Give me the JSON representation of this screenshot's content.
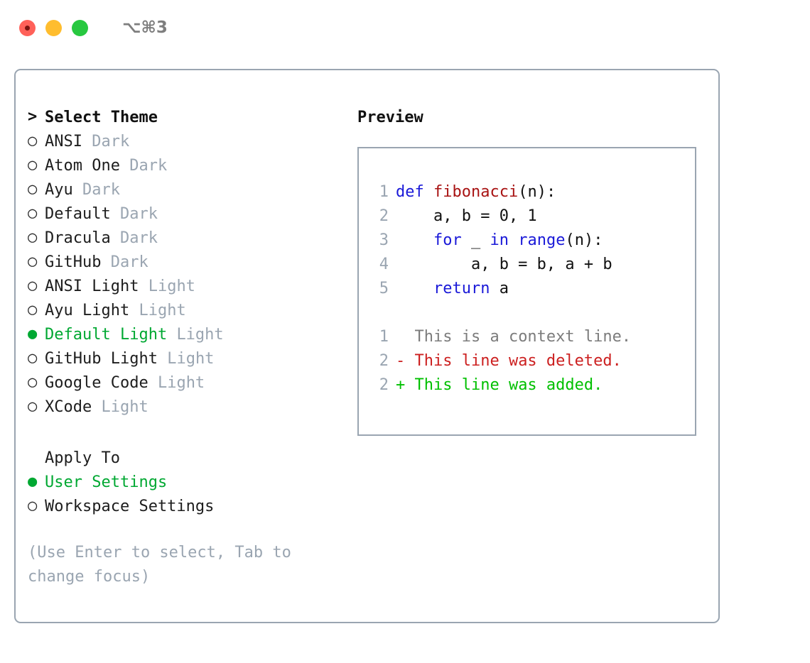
{
  "titlebar": {
    "shortcut": "⌥⌘3",
    "buttons": [
      {
        "name": "close",
        "color": "#ff6159"
      },
      {
        "name": "minimize",
        "color": "#ffbd2e"
      },
      {
        "name": "maximize",
        "color": "#28c840"
      }
    ]
  },
  "colors": {
    "selected_green": "#00a832",
    "added_green": "#00c000",
    "deleted_red": "#cc2020",
    "keyword_blue": "#1a19d8",
    "function_red": "#a81313",
    "muted_gray": "#9aa5b1",
    "border": "#9aa5b1"
  },
  "theme_list": {
    "header_prompt": ">",
    "header": "Select Theme",
    "bullet_off": "○",
    "bullet_on": "●",
    "items": [
      {
        "name": "ANSI",
        "category": "Dark",
        "selected": false
      },
      {
        "name": "Atom One",
        "category": "Dark",
        "selected": false
      },
      {
        "name": "Ayu",
        "category": "Dark",
        "selected": false
      },
      {
        "name": "Default",
        "category": "Dark",
        "selected": false
      },
      {
        "name": "Dracula",
        "category": "Dark",
        "selected": false
      },
      {
        "name": "GitHub",
        "category": "Dark",
        "selected": false
      },
      {
        "name": "ANSI Light",
        "category": "Light",
        "selected": false
      },
      {
        "name": "Ayu Light",
        "category": "Light",
        "selected": false
      },
      {
        "name": "Default Light",
        "category": "Light",
        "selected": true
      },
      {
        "name": "GitHub Light",
        "category": "Light",
        "selected": false
      },
      {
        "name": "Google Code",
        "category": "Light",
        "selected": false
      },
      {
        "name": "XCode",
        "category": "Light",
        "selected": false
      }
    ]
  },
  "apply_to": {
    "header": "Apply To",
    "items": [
      {
        "name": "User Settings",
        "selected": true
      },
      {
        "name": "Workspace Settings",
        "selected": false
      }
    ]
  },
  "hint": "(Use Enter to select, Tab to change focus)",
  "preview": {
    "title": "Preview",
    "code_lines": [
      {
        "number": "1",
        "tokens": [
          {
            "text": "def ",
            "style": "kw"
          },
          {
            "text": "fibonacci",
            "style": "fn"
          },
          {
            "text": "(n):",
            "style": "plain"
          }
        ]
      },
      {
        "number": "2",
        "tokens": [
          {
            "text": "    a, b = 0, 1",
            "style": "plain"
          }
        ]
      },
      {
        "number": "3",
        "tokens": [
          {
            "text": "    for ",
            "style": "kw"
          },
          {
            "text": "_ ",
            "style": "plain"
          },
          {
            "text": "in ",
            "style": "kw"
          },
          {
            "text": "range",
            "style": "kw"
          },
          {
            "text": "(n):",
            "style": "plain"
          }
        ]
      },
      {
        "number": "4",
        "tokens": [
          {
            "text": "        a, b = b, a + b",
            "style": "plain"
          }
        ]
      },
      {
        "number": "5",
        "tokens": [
          {
            "text": "    return ",
            "style": "kw"
          },
          {
            "text": "a",
            "style": "plain"
          }
        ]
      }
    ],
    "diff_lines": [
      {
        "number": "1",
        "marker": " ",
        "text": " This is a context line.",
        "kind": "context"
      },
      {
        "number": "2",
        "marker": "-",
        "text": " This line was deleted.",
        "kind": "deleted"
      },
      {
        "number": "2",
        "marker": "+",
        "text": " This line was added.",
        "kind": "added"
      }
    ]
  }
}
